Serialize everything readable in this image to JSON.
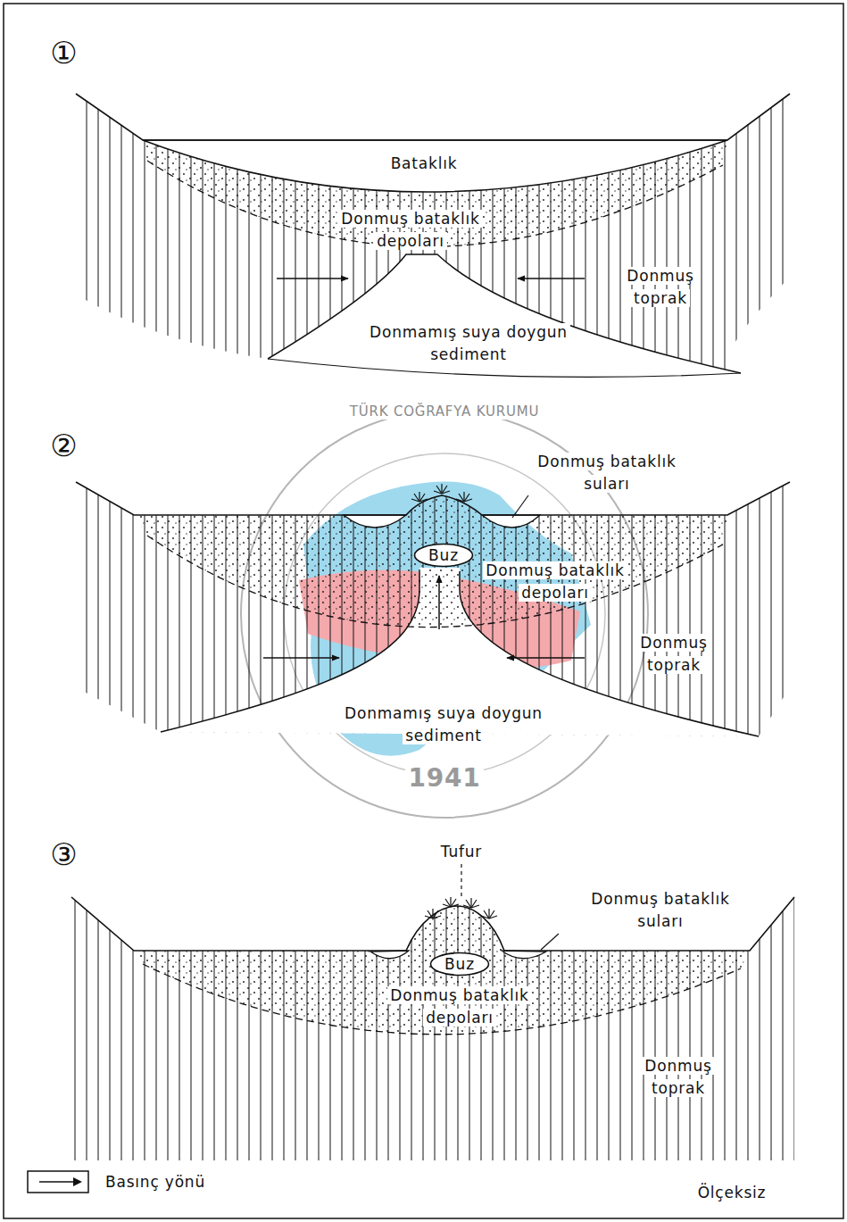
{
  "diagram": {
    "nodes": [
      {
        "text": [
          "Buz"
        ]
      },
      {
        "text": [
          "Buz"
        ]
      }
    ],
    "labels": [
      "①",
      "Bataklık",
      "Donmuş bataklık depoları",
      "Donmuş toprak",
      "Donmamış suya doygun sediment",
      "②",
      "Donmuş bataklık suları",
      "Donmuş bataklık depoları",
      "Donmuş toprak",
      "Donmamış suya doygun sediment",
      "③",
      "Tufur",
      "Donmuş bataklık suları",
      "Donmuş bataklık depoları",
      "Donmuş toprak",
      "Ölçeksiz",
      "TÜRK COĞRAFYA KURUMU",
      "1941"
    ],
    "legend": [
      {
        "text": "Basınç yönü"
      }
    ]
  }
}
